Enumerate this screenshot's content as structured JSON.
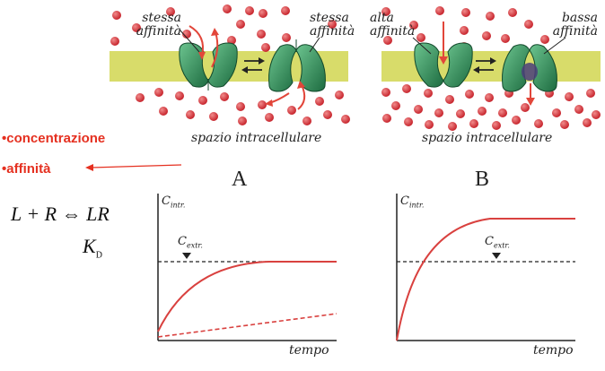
{
  "illustration": {
    "left": {
      "label_left_line1": "stessa",
      "label_left_line2": "affinità",
      "label_right_line1": "stessa",
      "label_right_line2": "affinità",
      "caption": "spazio intracellulare"
    },
    "right": {
      "label_left_line1": "alta",
      "label_left_line2": "affinità",
      "label_right_line1": "bassa",
      "label_right_line2": "affinità",
      "caption": "spazio intracellulare"
    }
  },
  "bullets": {
    "item1": "•concentrazione",
    "item2": "•affinità"
  },
  "equation": {
    "main": "L + R ⇔ LR",
    "k": "K",
    "k_sub": "D"
  },
  "panels": {
    "a": {
      "letter": "A",
      "y_label": "C",
      "y_sub": "intr.",
      "ref_label": "C",
      "ref_sub": "extr.",
      "x_label": "tempo"
    },
    "b": {
      "letter": "B",
      "y_label": "C",
      "y_sub": "intr.",
      "ref_label": "C",
      "ref_sub": "extr.",
      "x_label": "tempo"
    }
  },
  "colors": {
    "membrane": "#d8dc6a",
    "transporter": "#2f8a55",
    "ligand": "#d9373f",
    "arrow_red": "#e2463a",
    "curve": "#d9413f",
    "bullet": "#e53020"
  }
}
